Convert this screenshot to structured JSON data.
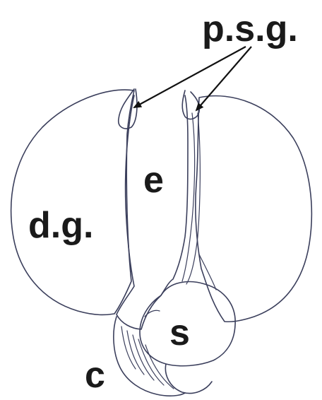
{
  "labels": {
    "psg": "p.s.g.",
    "e": "e",
    "dg": "d.g.",
    "s": "s",
    "c": "c"
  },
  "colors": {
    "ink": "#3b3f5c",
    "text": "#1a1a1a",
    "background": "#ffffff"
  }
}
